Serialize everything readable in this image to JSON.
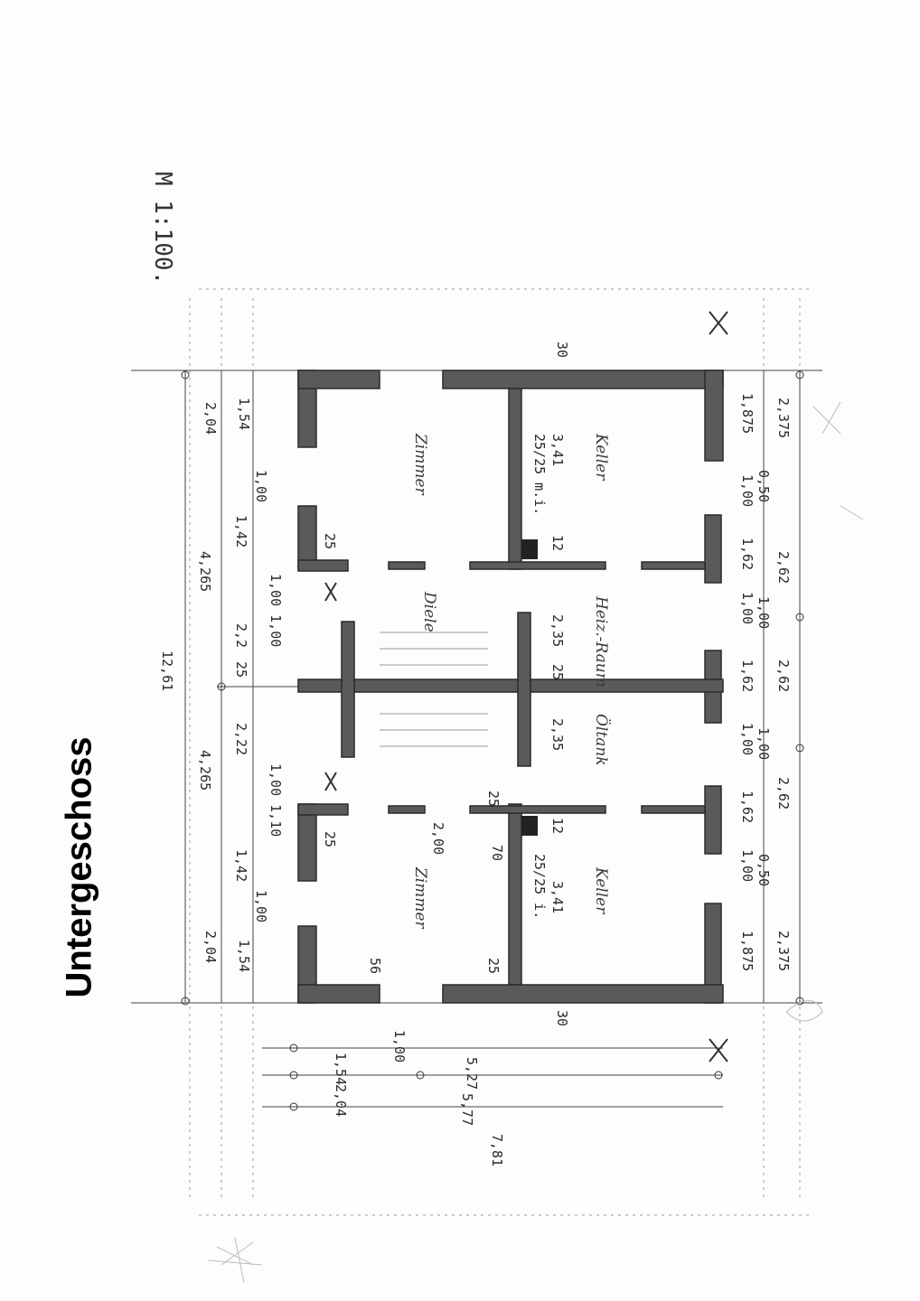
{
  "heading": "Untergeschoss",
  "scale_note": "M 1:100.",
  "rooms": {
    "top_left": "Zimmer",
    "top_right": "Keller",
    "bottom_left": "Zimmer",
    "bottom_right": "Keller",
    "hall": "Diele",
    "center_right_upper": "Heiz.-Raum",
    "center_right_lower": "Öltank"
  },
  "dims_top": {
    "overall": "12,61",
    "left_group": "4,265",
    "right_group": "4,265",
    "d1": "2,04",
    "d2": "1,00",
    "d3": "1,42",
    "d4": "2,2",
    "d5": "25",
    "d6": "2,22",
    "d7": "1,42",
    "d8": "1,00",
    "d9": "2,04",
    "sub1": "1,54",
    "sub2": "1,54",
    "sill1": "1,00\n1,00",
    "sill2": "1,00\n1,10"
  },
  "dims_bottom": {
    "d1": "1,875",
    "d2": "1,00",
    "d3": "1,62",
    "d4": "1,00",
    "d5": "1,62",
    "d6": "1,00",
    "d7": "1,62",
    "d8": "1,00",
    "d9": "1,875",
    "sub1": "2,375",
    "sub2": "2,62",
    "sub3": "2,62",
    "sub4": "2,62",
    "sub5": "2,375",
    "s1": "0,50",
    "s2": "1,00",
    "s3": "1,00",
    "s4": "0,50"
  },
  "dims_left": {
    "overall": "7,81",
    "a": "5,77",
    "b": "2,04",
    "c": "5,27",
    "d": "1,54",
    "e": "1,00"
  },
  "dims_inner": {
    "wall_top": "30",
    "wall_bottom": "30",
    "room_depth_top": "3,41",
    "room_depth_bottom": "3,41",
    "hall_upper": "2,35",
    "hall_lower": "2,35",
    "pillar_top": "25/25 m.i.",
    "pillar_bottom": "25/25 i.",
    "w1": "25",
    "w2": "25",
    "w3": "12",
    "w4": "12",
    "w5": "25",
    "w6": "25",
    "w7": "56",
    "w8": "25",
    "w9": "2,00",
    "w10": "70"
  }
}
